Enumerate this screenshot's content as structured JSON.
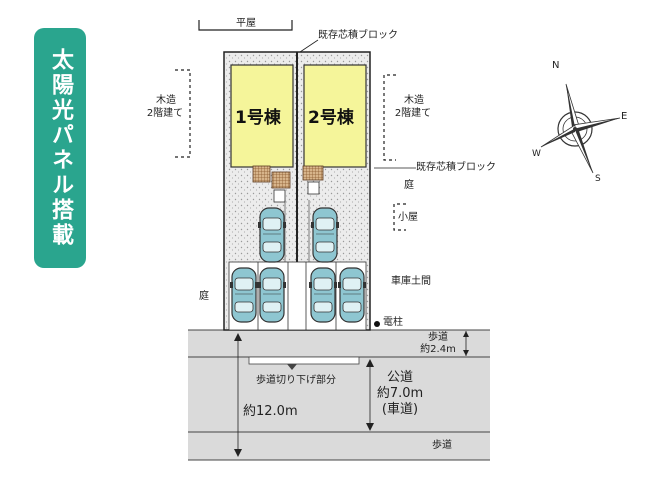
{
  "badge": {
    "text": "太陽光パネル搭載",
    "color": "#2aa58e"
  },
  "labels": {
    "hiraya": "平屋",
    "block_top": "既存芯積ブロック",
    "block_right": "既存芯積ブロック",
    "mokuzo_left_1": "木造",
    "mokuzo_left_2": "2階建て",
    "mokuzo_right_1": "木造",
    "mokuzo_right_2": "2階建て",
    "building1": "1号棟",
    "building2": "2号棟",
    "niwa_right": "庭",
    "koya": "小屋",
    "garage": "車庫土間",
    "niwa_left": "庭",
    "pole": "電柱",
    "sidewalk_top_1": "歩道",
    "sidewalk_top_2": "約2.4m",
    "curb_cut": "歩道切り下げ部分",
    "road_1": "公道",
    "road_2": "約7.0m",
    "road_3": "(車道)",
    "total_width": "約12.0m",
    "sidewalk_bottom": "歩道"
  },
  "compass": {
    "n": "N",
    "e": "E",
    "s": "S",
    "w": "W"
  },
  "colors": {
    "building": "#f5f59a",
    "road": "#d8d8d8",
    "gravel": "#e9e9e9",
    "car": "#8fc9d4",
    "deck": "#b98a5c"
  }
}
